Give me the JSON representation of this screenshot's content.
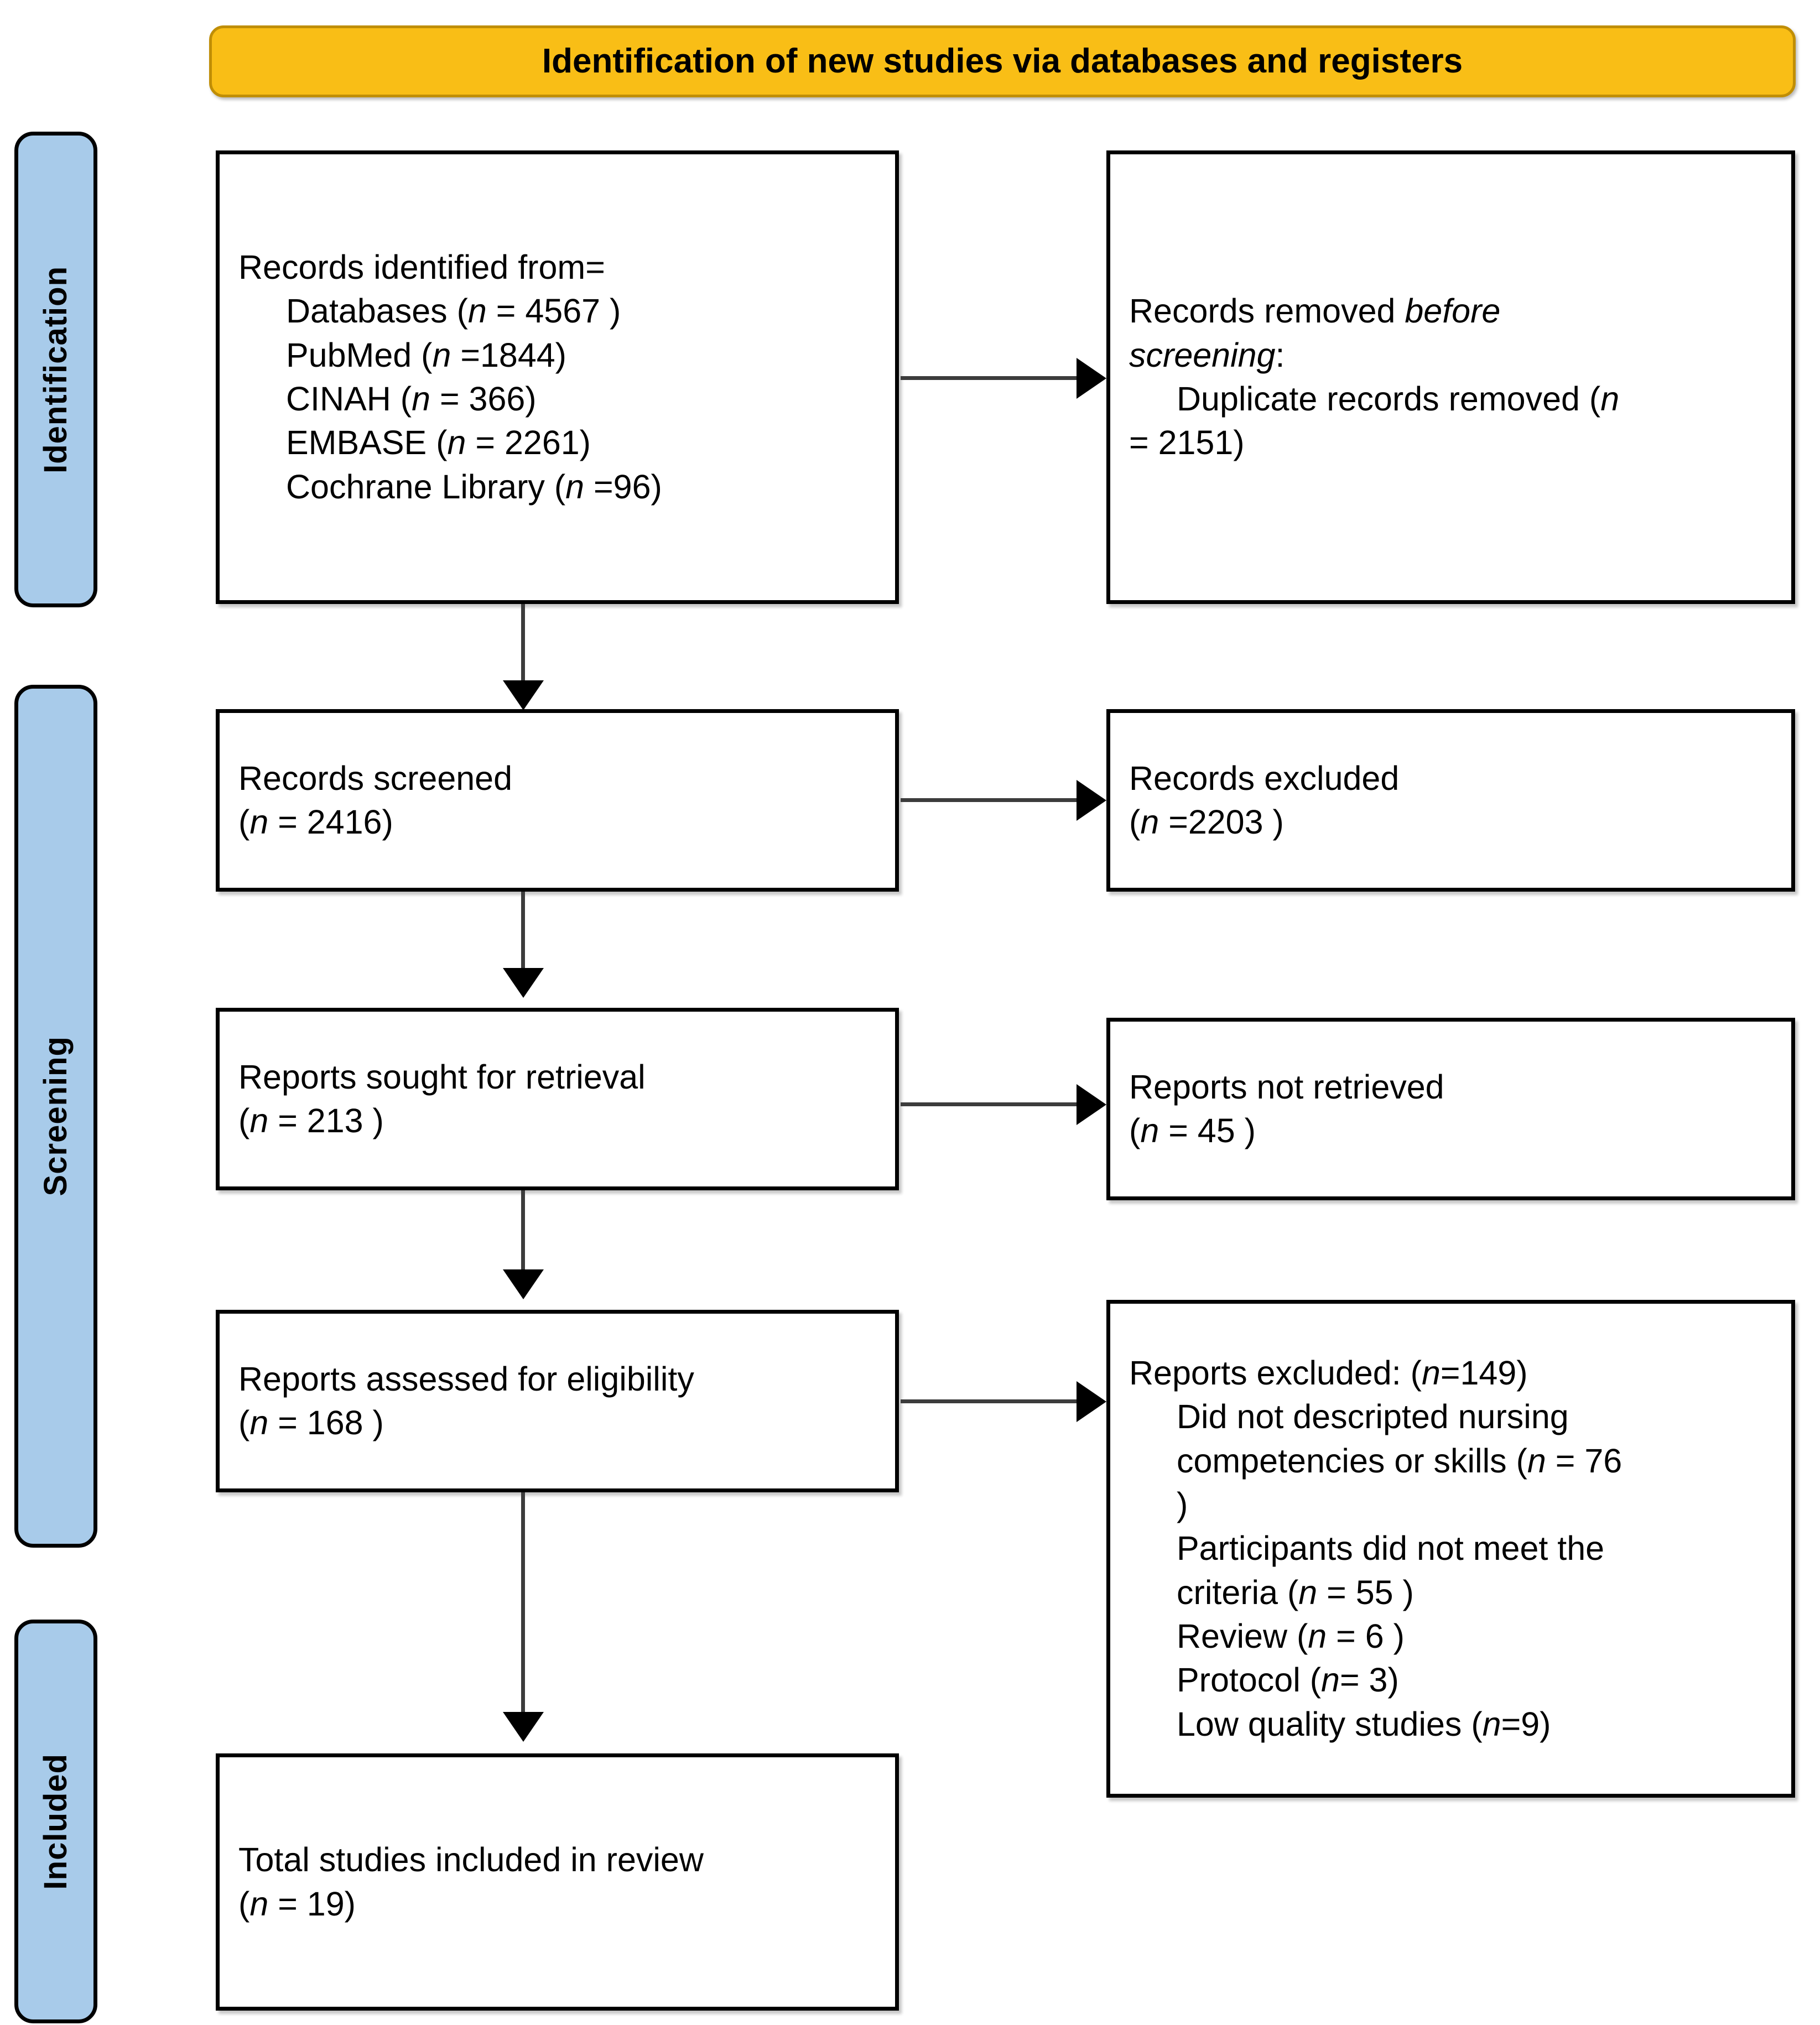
{
  "diagram": {
    "title": "Identification of new studies via databases and registers",
    "colors": {
      "banner_fill": "#F9BE16",
      "banner_border": "#C08E06",
      "phase_fill": "#A8CBEA",
      "box_border": "#000000",
      "connector": "#3c3c3c"
    }
  },
  "phases": [
    {
      "label": "Identification"
    },
    {
      "label": "Screening"
    },
    {
      "label": "Included"
    }
  ],
  "boxes": {
    "identified": {
      "name": "Records identified from",
      "lines": [
        {
          "text": "Records identified from=",
          "indent": false
        },
        {
          "text": "Databases (n = 4567 )",
          "indent": true
        },
        {
          "text": "PubMed (n =1844)",
          "indent": true
        },
        {
          "text": "CINAH (n = 366)",
          "indent": true
        },
        {
          "text": "EMBASE (n = 2261)",
          "indent": true
        },
        {
          "text": "Cochrane Library (n =96)",
          "indent": true
        }
      ]
    },
    "removed_before_screening": {
      "name": "Records removed before screening",
      "lines": [
        {
          "text": "Records removed before",
          "indent": false
        },
        {
          "text": "screening:",
          "indent": false
        },
        {
          "text": "Duplicate records removed (n",
          "indent": true
        },
        {
          "text": "= 2151)",
          "indent": false
        }
      ]
    },
    "screened": {
      "name": "Records screened",
      "lines": [
        {
          "text": "Records screened",
          "indent": false
        },
        {
          "text": "(n = 2416)",
          "indent": false
        }
      ]
    },
    "records_excluded": {
      "name": "Records excluded",
      "lines": [
        {
          "text": "Records excluded",
          "indent": false
        },
        {
          "text": "(n =2203 )",
          "indent": false
        }
      ]
    },
    "sought": {
      "name": "Reports sought for retrieval",
      "lines": [
        {
          "text": "Reports sought for retrieval",
          "indent": false
        },
        {
          "text": "(n = 213 )",
          "indent": false
        }
      ]
    },
    "not_retrieved": {
      "name": "Reports not retrieved",
      "lines": [
        {
          "text": "Reports not retrieved",
          "indent": false
        },
        {
          "text": "(n = 45 )",
          "indent": false
        }
      ]
    },
    "assessed": {
      "name": "Reports assessed for eligibility",
      "lines": [
        {
          "text": "Reports assessed for eligibility",
          "indent": false
        },
        {
          "text": "(n = 168 )",
          "indent": false
        }
      ]
    },
    "reports_excluded": {
      "name": "Reports excluded",
      "lines": [
        {
          "text": "Reports excluded: (n=149)",
          "indent": false
        },
        {
          "text": "Did not descripted nursing",
          "indent": true
        },
        {
          "text": "competencies or skills (n = 76",
          "indent": false
        },
        {
          "text": ")",
          "indent": false
        },
        {
          "text": "Participants did not meet the",
          "indent": false
        },
        {
          "text": "criteria (n = 55 )",
          "indent": false
        },
        {
          "text": "Review (n = 6 )",
          "indent": false
        },
        {
          "text": "Protocol (n= 3)",
          "indent": false
        },
        {
          "text": "Low quality studies (n=9)",
          "indent": false
        }
      ]
    },
    "included_total": {
      "name": "Total studies included in review",
      "lines": [
        {
          "text": "Total studies included in review",
          "indent": false
        },
        {
          "text": "(n = 19)",
          "indent": false
        }
      ]
    }
  },
  "chart_data": {
    "type": "diagram",
    "title": "Identification of new studies via databases and registers",
    "flow": [
      {
        "stage": "Records identified from databases",
        "n": 4567
      },
      {
        "stage": "PubMed",
        "n": 1844
      },
      {
        "stage": "CINAH",
        "n": 366
      },
      {
        "stage": "EMBASE",
        "n": 2261
      },
      {
        "stage": "Cochrane Library",
        "n": 96
      },
      {
        "stage": "Duplicate records removed before screening",
        "n": 2151
      },
      {
        "stage": "Records screened",
        "n": 2416
      },
      {
        "stage": "Records excluded",
        "n": 2203
      },
      {
        "stage": "Reports sought for retrieval",
        "n": 213
      },
      {
        "stage": "Reports not retrieved",
        "n": 45
      },
      {
        "stage": "Reports assessed for eligibility",
        "n": 168
      },
      {
        "stage": "Reports excluded (total)",
        "n": 149
      },
      {
        "stage": "Did not descripted nursing competencies or skills",
        "n": 76
      },
      {
        "stage": "Participants did not meet the criteria",
        "n": 55
      },
      {
        "stage": "Review",
        "n": 6
      },
      {
        "stage": "Protocol",
        "n": 3
      },
      {
        "stage": "Low quality studies",
        "n": 9
      },
      {
        "stage": "Total studies included in review",
        "n": 19
      }
    ]
  }
}
